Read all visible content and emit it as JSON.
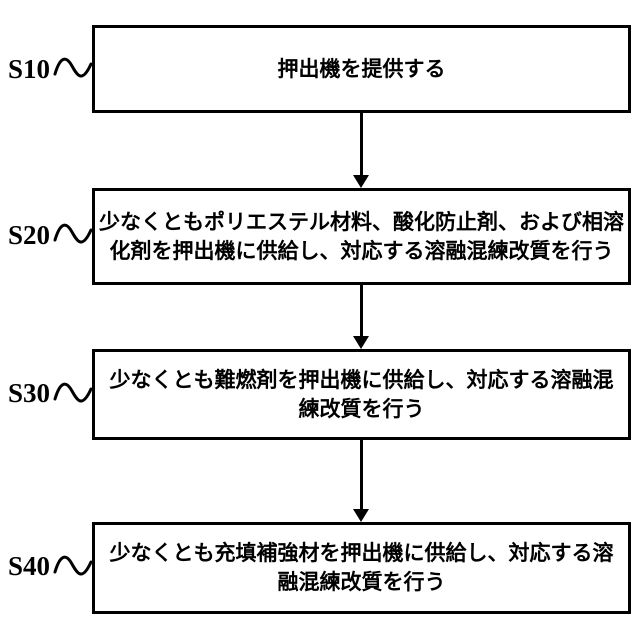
{
  "figure": {
    "type": "flowchart",
    "background_color": "#ffffff",
    "line_color": "#000000"
  },
  "steps": [
    {
      "label": "S10",
      "lines": [
        "押出機を提供する"
      ]
    },
    {
      "label": "S20",
      "lines": [
        "少なくともポリエステル材料、酸化防止剤、および相溶",
        "化剤を押出機に供給し、対応する溶融混練改質を行う"
      ]
    },
    {
      "label": "S30",
      "lines": [
        "少なくとも難燃剤を押出機に供給し、対応する溶融混",
        "練改質を行う"
      ]
    },
    {
      "label": "S40",
      "lines": [
        "少なくとも充填補強材を押出機に供給し、対応する溶",
        "融混練改質を行う"
      ]
    }
  ]
}
